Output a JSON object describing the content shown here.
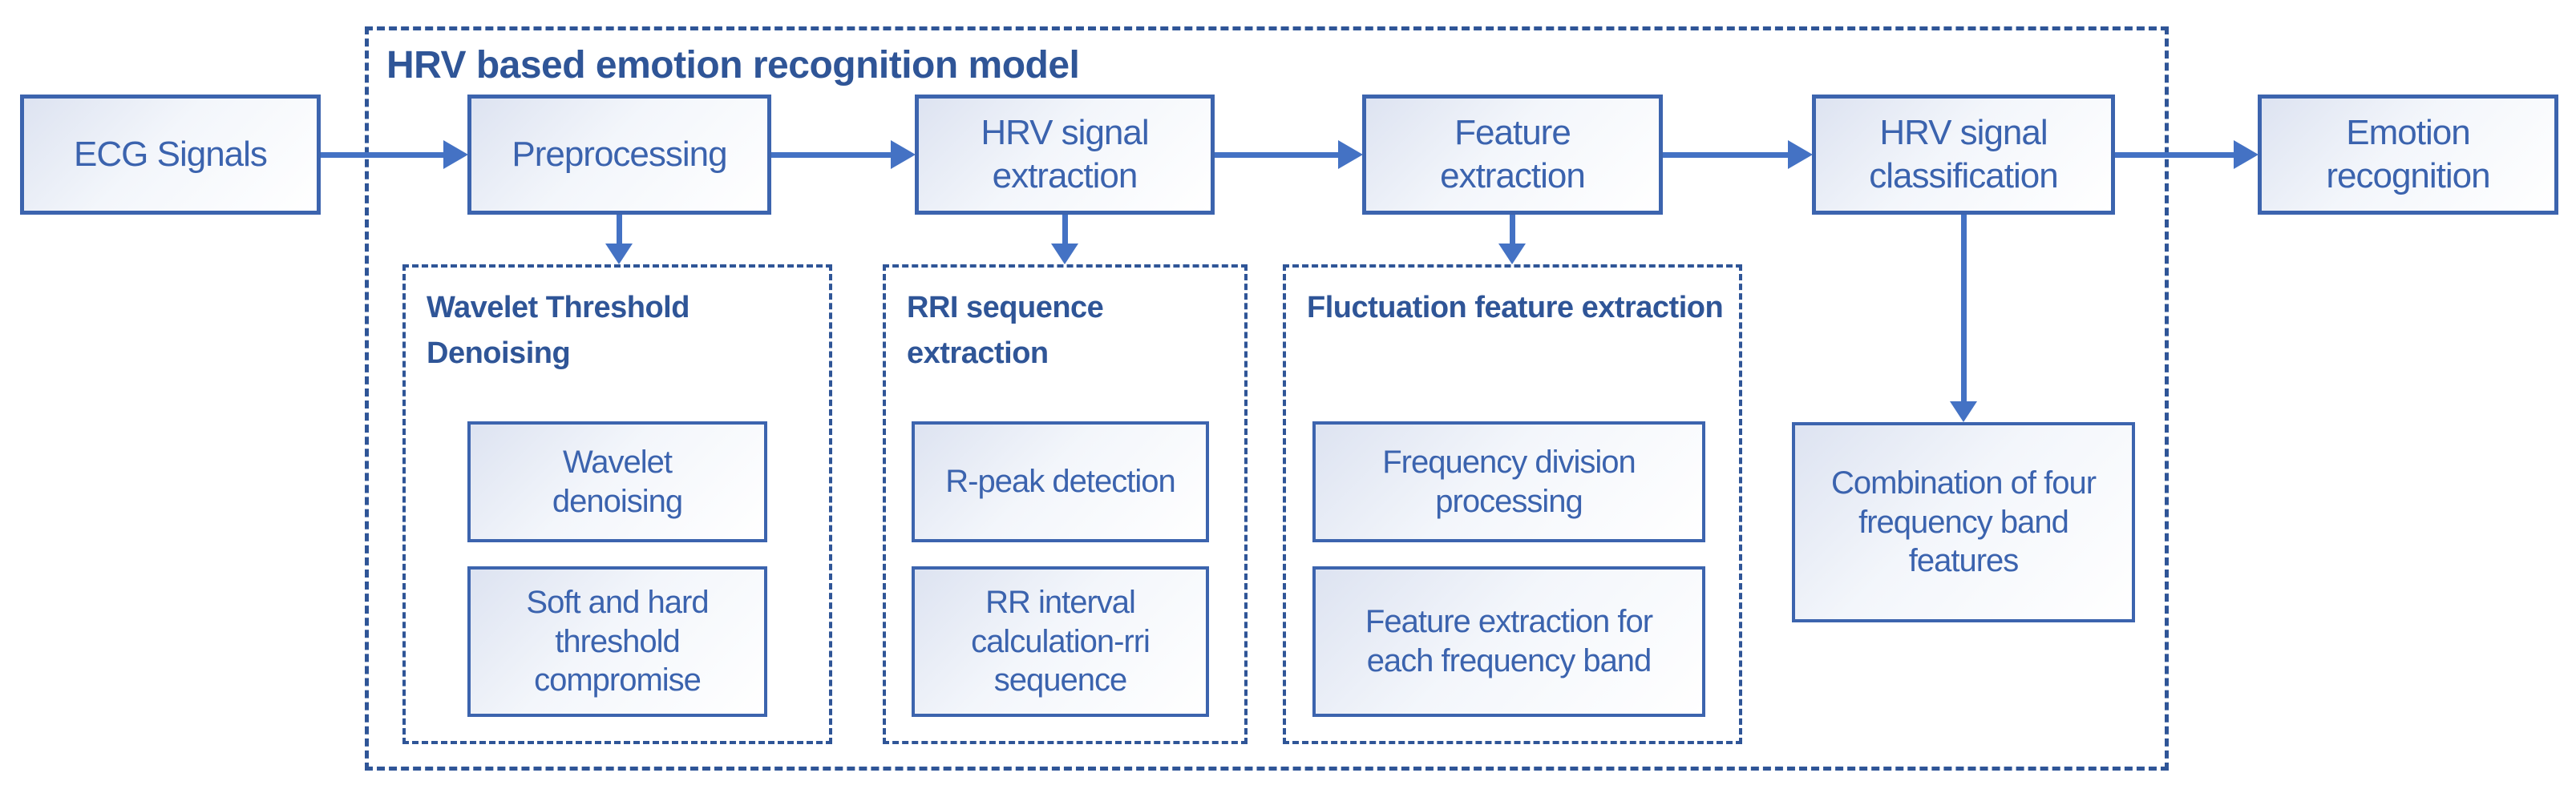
{
  "colors": {
    "border": "#3c64ae",
    "text": "#3b63ae",
    "dark": "#2f5597",
    "arrow": "#4472c4",
    "fill": "#dde3f1"
  },
  "model": {
    "title": "HRV based emotion recognition model"
  },
  "nodes": {
    "ecg_signals": "ECG Signals",
    "preprocessing": "Preprocessing",
    "hrv_signal_extraction": "HRV signal extraction",
    "feature_extraction": "Feature extraction",
    "hrv_signal_classification": "HRV signal classification",
    "emotion_recognition": "Emotion recognition",
    "combination": "Combination of four frequency band features"
  },
  "groups": [
    {
      "title": "Wavelet Threshold Denoising",
      "items": [
        "Wavelet denoising",
        "Soft and hard threshold compromise"
      ]
    },
    {
      "title": "RRI sequence extraction",
      "items": [
        "R-peak detection",
        "RR interval calculation-rri sequence"
      ]
    },
    {
      "title": "Fluctuation feature extraction",
      "items": [
        "Frequency division processing",
        "Feature extraction for each frequency band"
      ]
    }
  ]
}
